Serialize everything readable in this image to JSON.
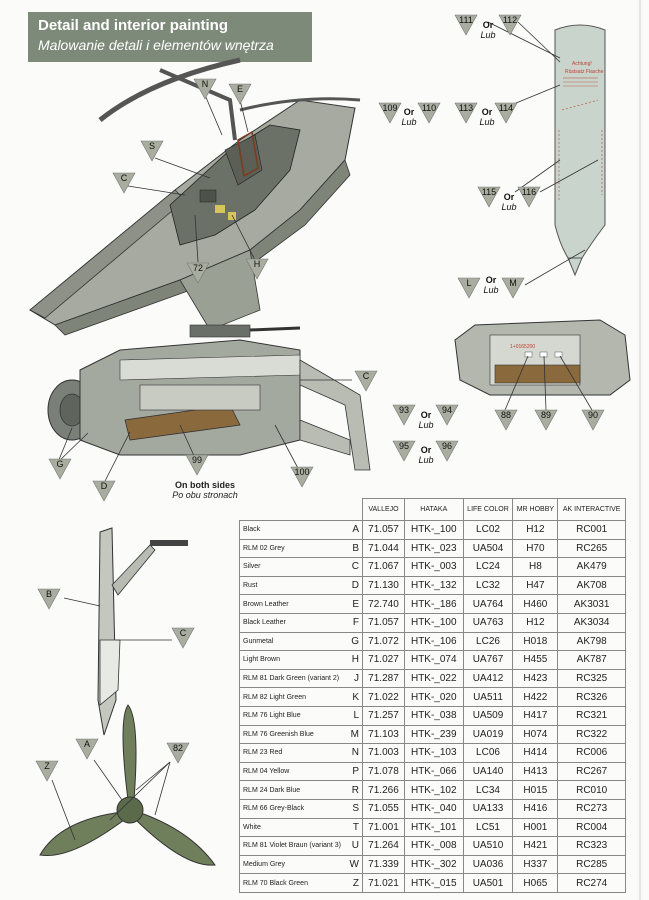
{
  "header": {
    "title_en": "Detail and interior painting",
    "title_pl": "Malowanie detali i elementów wnętrza"
  },
  "callouts": {
    "cockpit": [
      "N",
      "E",
      "S",
      "C",
      "72",
      "H"
    ],
    "drop_tank_top": [
      "111",
      "112"
    ],
    "drop_tank_mid": [
      "109",
      "110",
      "113",
      "114"
    ],
    "drop_tank_low": [
      "115",
      "116"
    ],
    "drop_tank_tip": [
      "L",
      "M"
    ],
    "engine": [
      "C",
      "G",
      "D",
      "99",
      "100"
    ],
    "engine_side": [
      "93",
      "94",
      "95",
      "96",
      "88",
      "89",
      "90"
    ],
    "strut": [
      "B",
      "C"
    ],
    "propeller": [
      "A",
      "82",
      "Z"
    ],
    "or_label": "Or",
    "lub_label": "Lub"
  },
  "decals": {
    "tank_line1": "Achtung!",
    "tank_line2": "Rüstsatz Flasche",
    "engine_marking": "1+0165200"
  },
  "sides_note": {
    "en": "On both sides",
    "pl": "Po obu stronach"
  },
  "table": {
    "headers": [
      "VALLEJO",
      "HATAKA",
      "LIFE COLOR",
      "MR HOBBY",
      "AK INTERACTIVE"
    ],
    "rows": [
      {
        "name": "Black",
        "code": "A",
        "vallejo": "71.057",
        "hataka": "HTK-_100",
        "life": "LC02",
        "mrhobby": "H12",
        "ak": "RC001"
      },
      {
        "name": "RLM 02 Grey",
        "code": "B",
        "vallejo": "71.044",
        "hataka": "HTK-_023",
        "life": "UA504",
        "mrhobby": "H70",
        "ak": "RC265"
      },
      {
        "name": "Silver",
        "code": "C",
        "vallejo": "71.067",
        "hataka": "HTK-_003",
        "life": "LC24",
        "mrhobby": "H8",
        "ak": "AK479"
      },
      {
        "name": "Rust",
        "code": "D",
        "vallejo": "71.130",
        "hataka": "HTK-_132",
        "life": "LC32",
        "mrhobby": "H47",
        "ak": "AK708"
      },
      {
        "name": "Brown Leather",
        "code": "E",
        "vallejo": "72.740",
        "hataka": "HTK-_186",
        "life": "UA764",
        "mrhobby": "H460",
        "ak": "AK3031"
      },
      {
        "name": "Black Leather",
        "code": "F",
        "vallejo": "71.057",
        "hataka": "HTK-_100",
        "life": "UA763",
        "mrhobby": "H12",
        "ak": "AK3034"
      },
      {
        "name": "Gunmetal",
        "code": "G",
        "vallejo": "71.072",
        "hataka": "HTK-_106",
        "life": "LC26",
        "mrhobby": "H018",
        "ak": "AK798"
      },
      {
        "name": "Light Brown",
        "code": "H",
        "vallejo": "71.027",
        "hataka": "HTK-_074",
        "life": "UA767",
        "mrhobby": "H455",
        "ak": "AK787"
      },
      {
        "name": "RLM 81 Dark Green (variant 2)",
        "code": "J",
        "vallejo": "71.287",
        "hataka": "HTK-_022",
        "life": "UA412",
        "mrhobby": "H423",
        "ak": "RC325"
      },
      {
        "name": "RLM 82 Light Green",
        "code": "K",
        "vallejo": "71.022",
        "hataka": "HTK-_020",
        "life": "UA511",
        "mrhobby": "H422",
        "ak": "RC326"
      },
      {
        "name": "RLM 76 Light Blue",
        "code": "L",
        "vallejo": "71.257",
        "hataka": "HTK-_038",
        "life": "UA509",
        "mrhobby": "H417",
        "ak": "RC321"
      },
      {
        "name": "RLM 76 Greenish Blue",
        "code": "M",
        "vallejo": "71.103",
        "hataka": "HTK-_239",
        "life": "UA019",
        "mrhobby": "H074",
        "ak": "RC322"
      },
      {
        "name": "RLM 23 Red",
        "code": "N",
        "vallejo": "71.003",
        "hataka": "HTK-_103",
        "life": "LC06",
        "mrhobby": "H414",
        "ak": "RC006"
      },
      {
        "name": "RLM 04 Yellow",
        "code": "P",
        "vallejo": "71.078",
        "hataka": "HTK-_066",
        "life": "UA140",
        "mrhobby": "H413",
        "ak": "RC267"
      },
      {
        "name": "RLM 24 Dark Blue",
        "code": "R",
        "vallejo": "71.266",
        "hataka": "HTK-_102",
        "life": "LC34",
        "mrhobby": "H015",
        "ak": "RC010"
      },
      {
        "name": "RLM 66 Grey-Black",
        "code": "S",
        "vallejo": "71.055",
        "hataka": "HTK-_040",
        "life": "UA133",
        "mrhobby": "H416",
        "ak": "RC273"
      },
      {
        "name": "White",
        "code": "T",
        "vallejo": "71.001",
        "hataka": "HTK-_101",
        "life": "LC51",
        "mrhobby": "H001",
        "ak": "RC004"
      },
      {
        "name": "RLM 81 Violet Braun (variant 3)",
        "code": "U",
        "vallejo": "71.264",
        "hataka": "HTK-_008",
        "life": "UA510",
        "mrhobby": "H421",
        "ak": "RC323"
      },
      {
        "name": "Medium Grey",
        "code": "W",
        "vallejo": "71.339",
        "hataka": "HTK-_302",
        "life": "UA036",
        "mrhobby": "H337",
        "ak": "RC285"
      },
      {
        "name": "RLM 70 Black Green",
        "code": "Z",
        "vallejo": "71.021",
        "hataka": "HTK-_015",
        "life": "UA501",
        "mrhobby": "H065",
        "ak": "RC274"
      }
    ]
  },
  "colors": {
    "header_bg": "#7e8a79",
    "callout_fill": "#a9ad9f",
    "tank_fill": "#c8d4cc",
    "prop_fill": "#6f7f5c",
    "interior_fill": "#8c9486"
  }
}
